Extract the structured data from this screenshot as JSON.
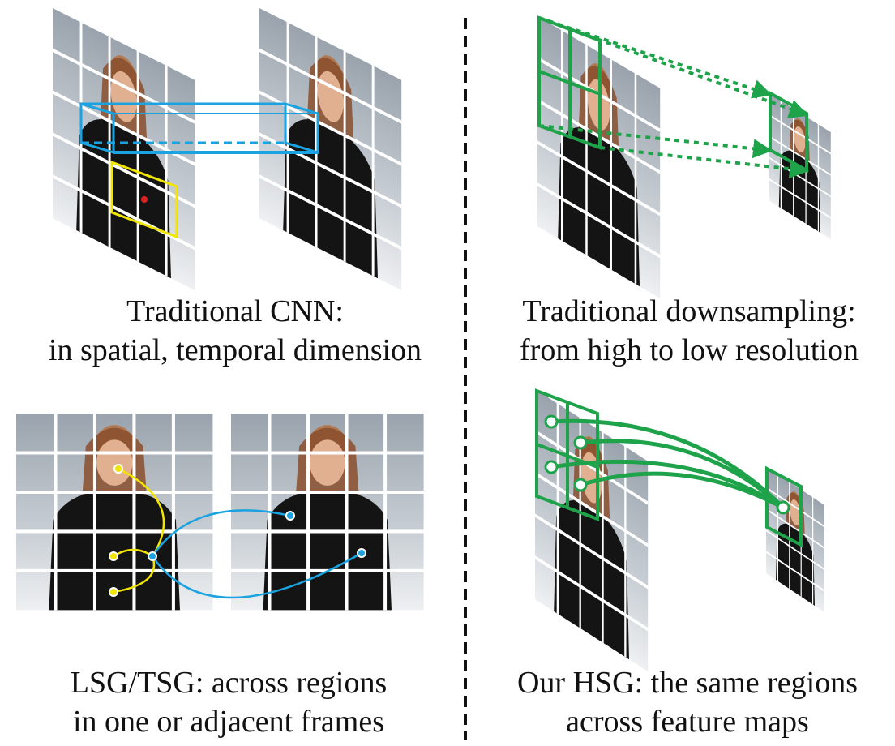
{
  "panels": {
    "top_left": {
      "caption_line1": "Traditional CNN:",
      "caption_line2": "in spatial, temporal dimension"
    },
    "top_right": {
      "caption_line1": "Traditional downsampling:",
      "caption_line2": "from high to low resolution"
    },
    "bottom_left": {
      "caption_line1": "LSG/TSG: across regions",
      "caption_line2": "in one or adjacent frames"
    },
    "bottom_right": {
      "caption_line1": "Our HSG: the same regions",
      "caption_line2": "across feature maps"
    }
  },
  "colors": {
    "blue": "#1aa3e0",
    "yellow": "#f2e600",
    "green": "#1fa34a",
    "divider": "#111111"
  }
}
